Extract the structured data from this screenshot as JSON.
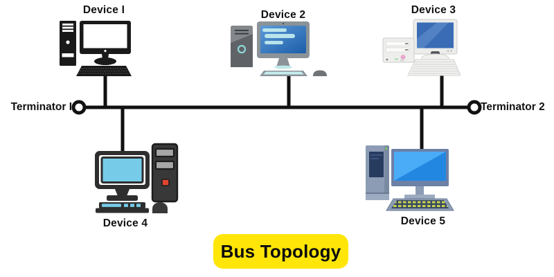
{
  "title": {
    "label": "Bus Topology",
    "bg_color": "#ffe608",
    "text_color": "#0d0d0d"
  },
  "bus": {
    "color": "#111111",
    "terminators": [
      {
        "label": "Terminator I"
      },
      {
        "label": "Terminator 2"
      }
    ]
  },
  "devices": [
    {
      "label": "Device I",
      "icon": "black-desktop-pc-icon",
      "position": "top-left"
    },
    {
      "label": "Device 2",
      "icon": "gray-tower-blue-screen-pc-icon",
      "position": "top-center"
    },
    {
      "label": "Device 3",
      "icon": "silver-desktop-pc-icon",
      "position": "top-right"
    },
    {
      "label": "Device 4",
      "icon": "dark-desktop-cyan-screen-pc-icon",
      "position": "bottom-left"
    },
    {
      "label": "Device 5",
      "icon": "blue-desktop-pc-icon",
      "position": "bottom-right"
    }
  ]
}
